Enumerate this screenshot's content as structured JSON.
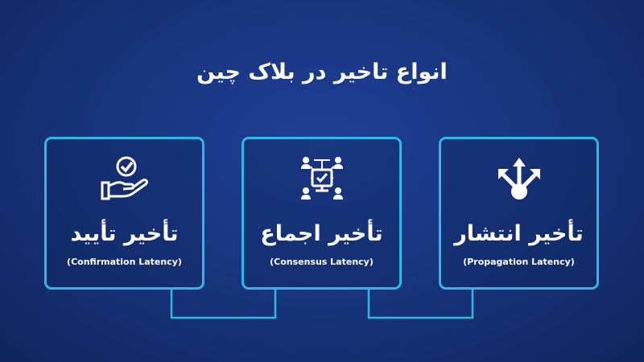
{
  "colors": {
    "background": "#18357f",
    "accent": "#2eb8e6",
    "text": "#ffffff"
  },
  "diagram": {
    "title": "انواع تاخیر در بلاک چین",
    "cards": [
      {
        "title": "تأخیر انتشار",
        "subtitle": "(Propagation Latency)",
        "icon": "arrows-spreading-icon"
      },
      {
        "title": "تأخیر اجماع",
        "subtitle": "(Consensus Latency)",
        "icon": "consensus-network-icon"
      },
      {
        "title": "تأخیر تأیید",
        "subtitle": "(Confirmation Latency)",
        "icon": "hand-checkmark-icon"
      }
    ]
  }
}
